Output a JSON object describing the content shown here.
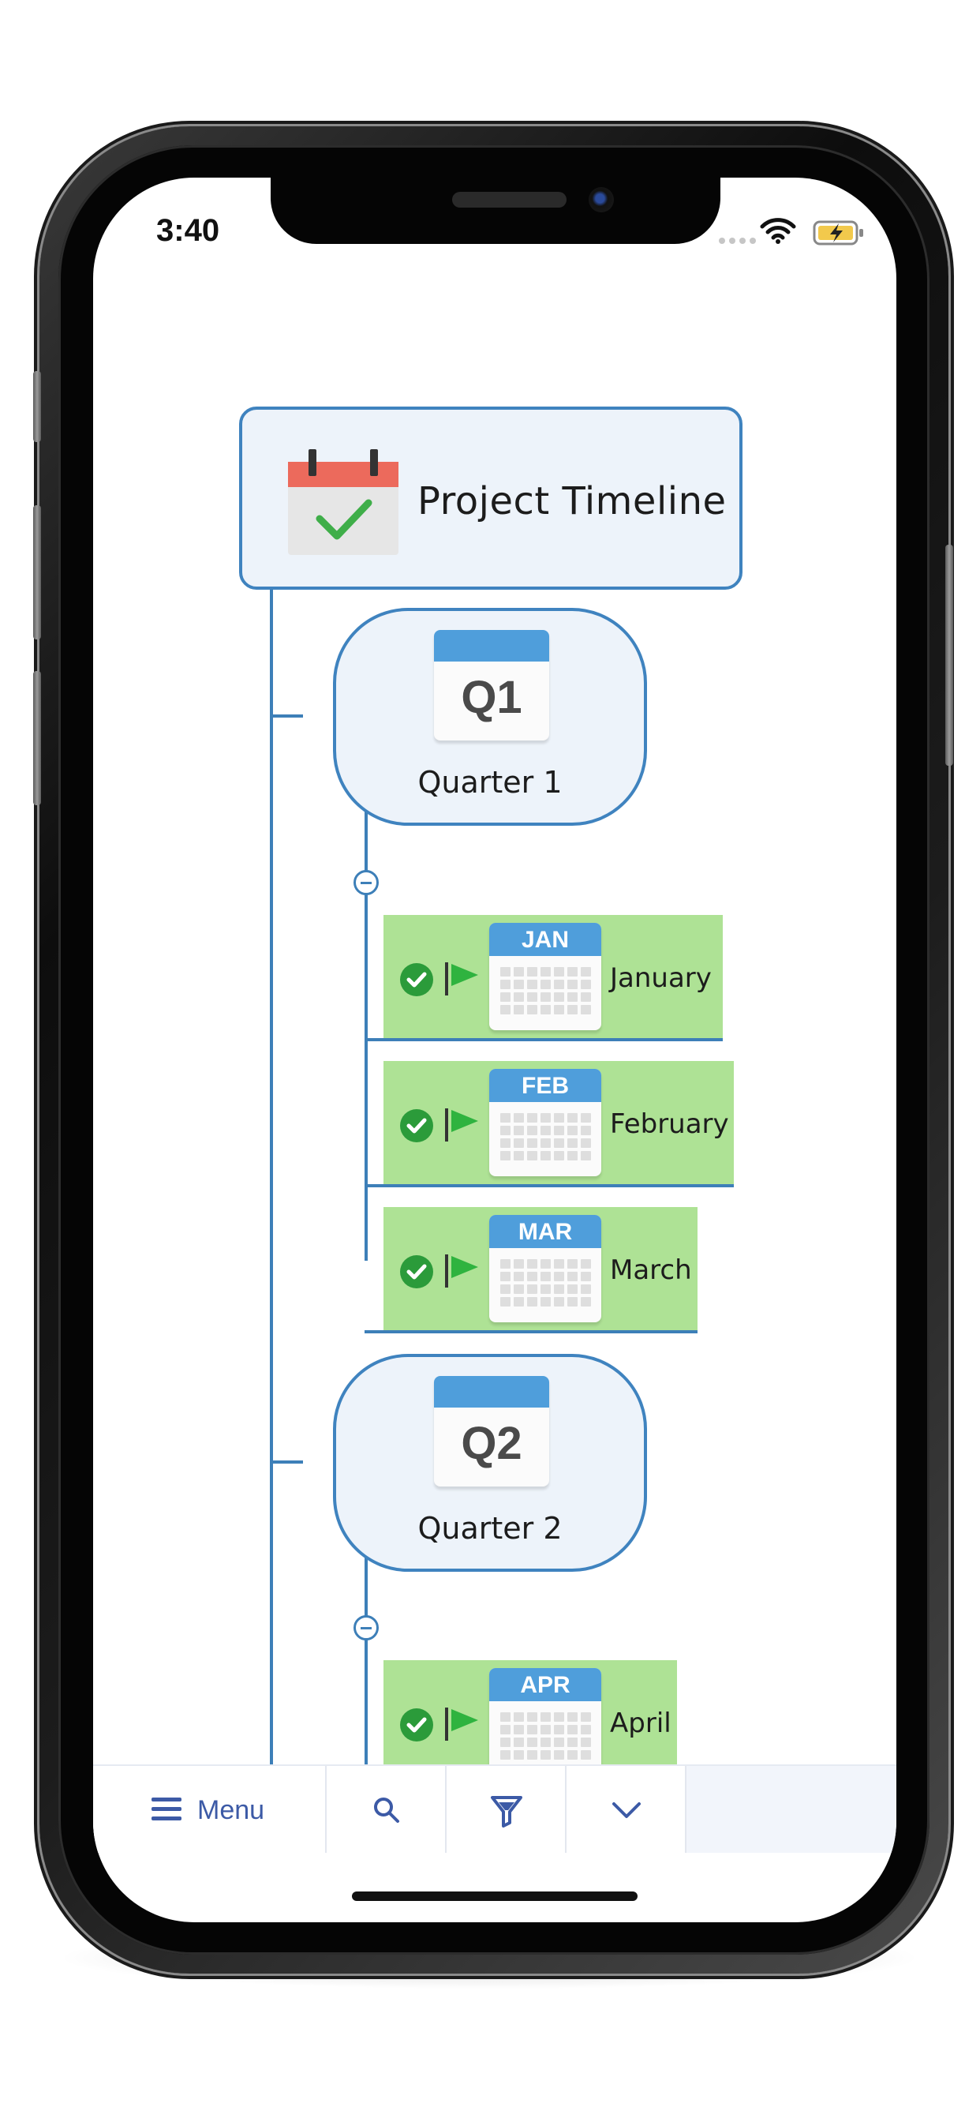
{
  "status_bar": {
    "time": "3:40"
  },
  "map": {
    "root": {
      "title": "Project Timeline"
    },
    "quarters": [
      {
        "icon_text": "Q1",
        "label": "Quarter 1",
        "months": [
          {
            "abbr": "JAN",
            "label": "January"
          },
          {
            "abbr": "FEB",
            "label": "February"
          },
          {
            "abbr": "MAR",
            "label": "March"
          }
        ]
      },
      {
        "icon_text": "Q2",
        "label": "Quarter 2",
        "months": [
          {
            "abbr": "APR",
            "label": "April"
          }
        ]
      }
    ]
  },
  "toolbar": {
    "menu_label": "Menu",
    "icons": [
      "search-icon",
      "filter-icon",
      "chevron-down-icon"
    ]
  },
  "colors": {
    "node_border": "#3f83bf",
    "node_fill": "#edf3fa",
    "task_fill": "#aee295",
    "calendar_header": "#4f9edb",
    "toolbar_accent": "#3c5aa6"
  }
}
